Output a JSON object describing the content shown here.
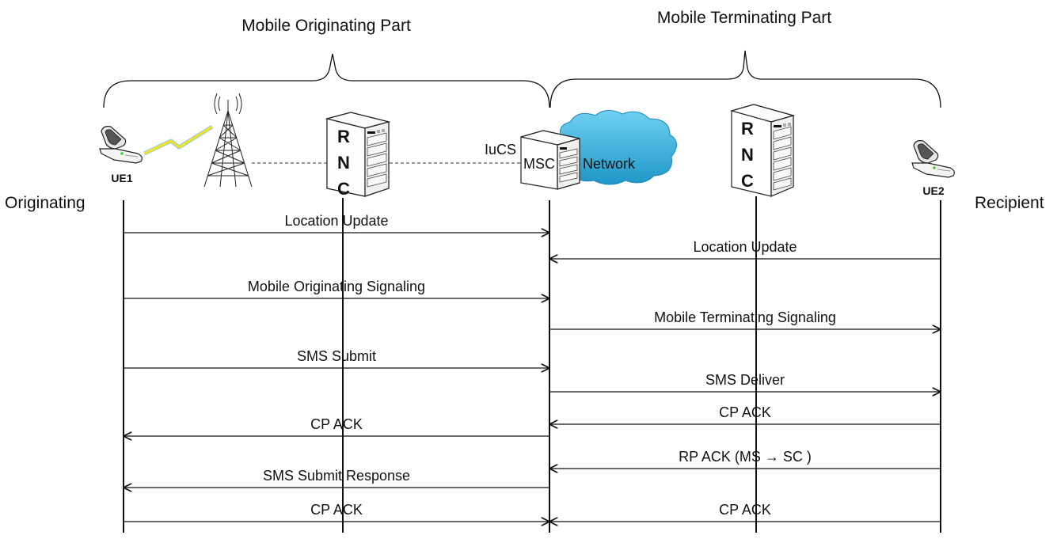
{
  "sections": {
    "originating_part": "Mobile Originating Part",
    "terminating_part": "Mobile Terminating Part"
  },
  "side_labels": {
    "left": "Originating",
    "right": "Recipient"
  },
  "nodes": {
    "ue1": "UE1",
    "ue2": "UE2",
    "rnc_left_letters": [
      "R",
      "N",
      "C"
    ],
    "rnc_right_letters": [
      "R",
      "N",
      "C"
    ],
    "msc": "MSC",
    "network": "Network",
    "iucs": "IuCS"
  },
  "messages": [
    {
      "label": "Location Update",
      "from": "UE1",
      "to": "MSC",
      "direction": "right"
    },
    {
      "label": "Location Update",
      "from": "UE2",
      "to": "MSC",
      "direction": "left"
    },
    {
      "label": "Mobile Originating Signaling",
      "from": "UE1",
      "to": "MSC",
      "direction": "right"
    },
    {
      "label": "Mobile Terminating  Signaling",
      "from": "MSC",
      "to": "UE2",
      "direction": "right"
    },
    {
      "label": "SMS Submit",
      "from": "UE1",
      "to": "MSC",
      "direction": "right"
    },
    {
      "label": "SMS Deliver",
      "from": "MSC",
      "to": "UE2",
      "direction": "right"
    },
    {
      "label": "CP ACK",
      "from": "UE2",
      "to": "MSC",
      "direction": "left"
    },
    {
      "label": "CP ACK",
      "from": "MSC",
      "to": "UE1",
      "direction": "left"
    },
    {
      "label": "RP ACK (MS → SC )",
      "from": "UE2",
      "to": "MSC",
      "direction": "left"
    },
    {
      "label": "SMS Submit Response",
      "from": "MSC",
      "to": "UE1",
      "direction": "left"
    },
    {
      "label": "CP ACK",
      "from": "UE1",
      "to": "MSC",
      "direction": "right"
    },
    {
      "label": "CP ACK",
      "from": "UE2",
      "to": "MSC",
      "direction": "left"
    }
  ],
  "colors": {
    "line": "#111111",
    "cloud": "#3fb3de",
    "cloud_dark": "#1f8fbf",
    "bolt": "#f5e41a",
    "bolt_glow": "#8ec8f0",
    "server_face": "#f4f4f4"
  }
}
